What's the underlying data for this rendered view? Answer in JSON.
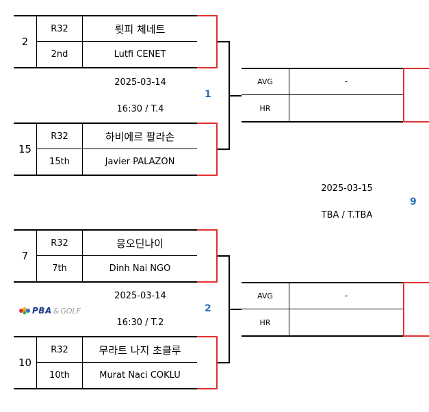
{
  "matches": [
    {
      "number": "1",
      "date": "2025-03-14",
      "time_table": "16:30 / T.4",
      "players": [
        {
          "seed": "2",
          "round": "R32",
          "place": "2nd",
          "name_kr": "륏피 체네트",
          "name_en": "Lutfi CENET"
        },
        {
          "seed": "15",
          "round": "R32",
          "place": "15th",
          "name_kr": "하비에르 팔라손",
          "name_en": "Javier PALAZON"
        }
      ],
      "result": {
        "avg_label": "AVG",
        "avg_value": "-",
        "hr_label": "HR",
        "hr_value": ""
      }
    },
    {
      "number": "2",
      "date": "2025-03-14",
      "time_table": "16:30 / T.2",
      "players": [
        {
          "seed": "7",
          "round": "R32",
          "place": "7th",
          "name_kr": "응오딘나이",
          "name_en": "Dinh Nai NGO"
        },
        {
          "seed": "10",
          "round": "R32",
          "place": "10th",
          "name_kr": "무라트 나지 초클루",
          "name_en": "Murat Naci COKLU"
        }
      ],
      "result": {
        "avg_label": "AVG",
        "avg_value": "-",
        "hr_label": "HR",
        "hr_value": ""
      }
    }
  ],
  "next_match": {
    "number": "9",
    "date": "2025-03-15",
    "time_table": "TBA / T.TBA"
  },
  "logo": {
    "brand": "PBA",
    "amp": "&",
    "sub": "GOLF"
  },
  "colors": {
    "bracket_red": "#e0302c",
    "match_number_blue": "#2a72b5"
  }
}
